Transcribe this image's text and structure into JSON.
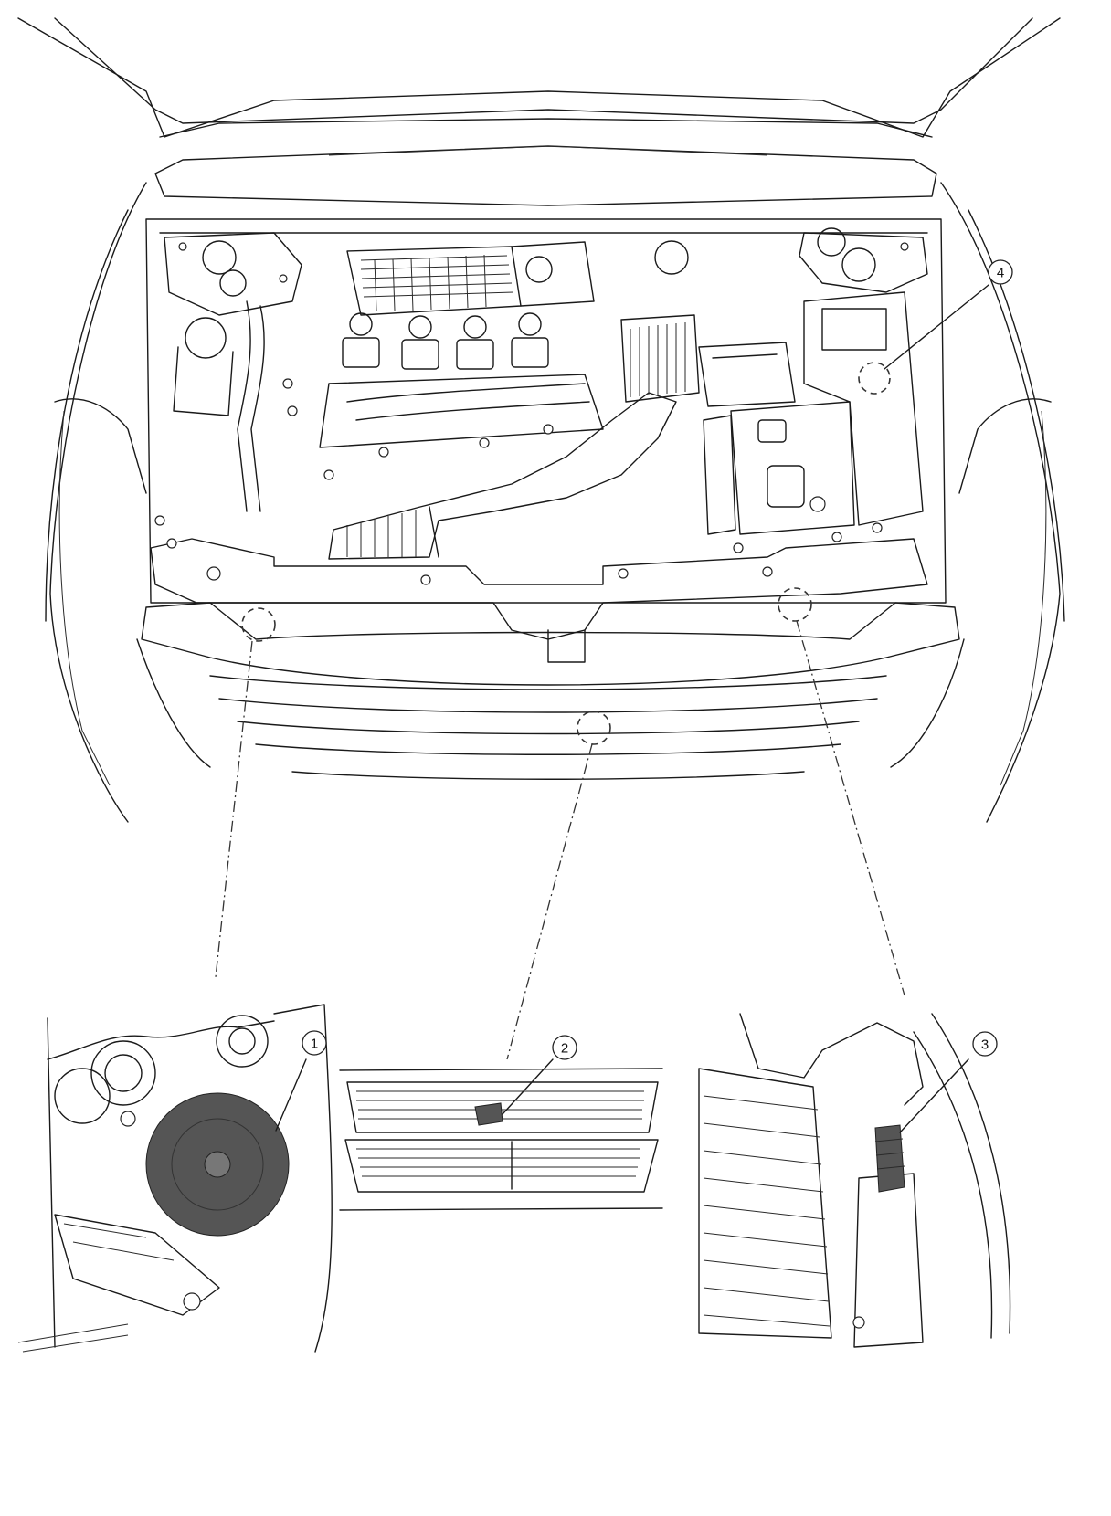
{
  "callouts": [
    {
      "id": "1",
      "label": "1"
    },
    {
      "id": "2",
      "label": "2"
    },
    {
      "id": "3",
      "label": "3"
    },
    {
      "id": "4",
      "label": "4"
    }
  ],
  "colors": {
    "line": "#1a1a1a",
    "background": "#ffffff",
    "shaded_part": "#555555"
  }
}
